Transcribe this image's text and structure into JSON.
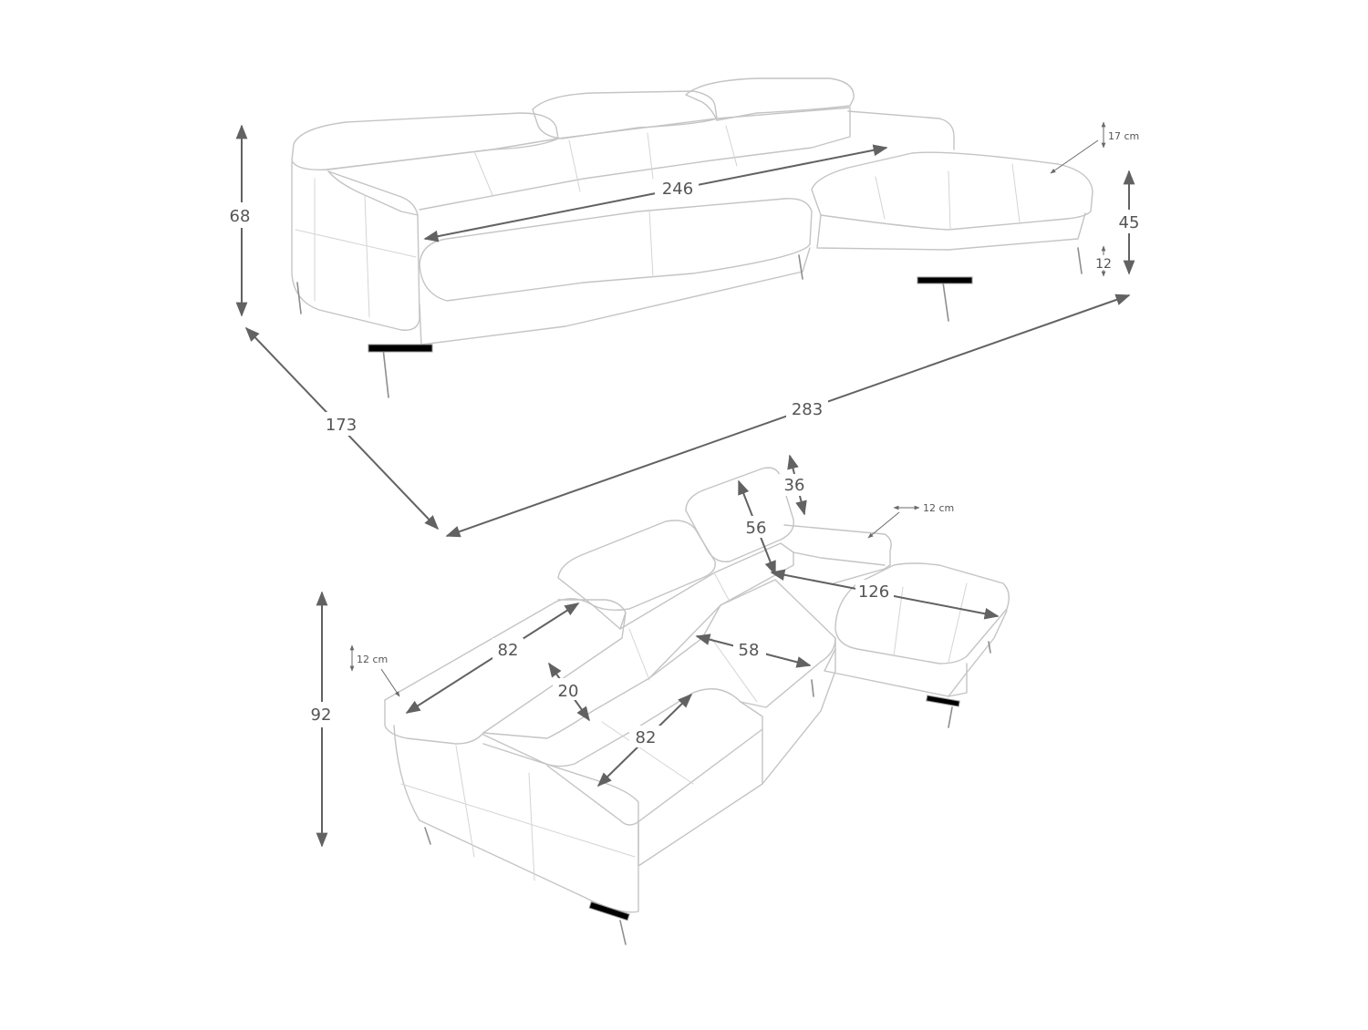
{
  "diagram": {
    "top_view": {
      "dimensions": [
        {
          "id": "height",
          "label": "68"
        },
        {
          "id": "seat-width",
          "label": "246"
        },
        {
          "id": "depth",
          "label": "173"
        },
        {
          "id": "total-width",
          "label": "283"
        },
        {
          "id": "seat-height",
          "label": "45"
        },
        {
          "id": "leg-height",
          "label": "12"
        },
        {
          "id": "chaise-thickness",
          "label": "17 cm"
        }
      ]
    },
    "bottom_view": {
      "dimensions": [
        {
          "id": "total-height",
          "label": "92"
        },
        {
          "id": "arm-length",
          "label": "82"
        },
        {
          "id": "arm-width",
          "label": "12 cm"
        },
        {
          "id": "back-gap",
          "label": "20"
        },
        {
          "id": "seat-depth",
          "label": "82"
        },
        {
          "id": "seat-width",
          "label": "58"
        },
        {
          "id": "headrest-height",
          "label": "56"
        },
        {
          "id": "headrest-extension",
          "label": "36"
        },
        {
          "id": "chaise-length",
          "label": "126"
        },
        {
          "id": "chaise-arm-width",
          "label": "12 cm"
        }
      ]
    }
  }
}
